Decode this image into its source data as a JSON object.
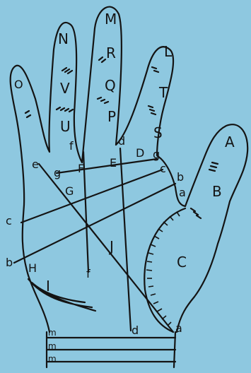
{
  "colors": {
    "background": "#8ec8e0",
    "ink": "#141414"
  },
  "finger_labels": {
    "thumb_top": "A",
    "thumb_mid": "B",
    "thumb_base": "C",
    "index_top": "L",
    "index_mid": "T",
    "index_low": "S",
    "middle_top": "M",
    "middle_mid": "R",
    "middle_q": "Q",
    "middle_p": "P",
    "ring_top": "N",
    "ring_mid": "V",
    "ring_low": "U",
    "little_top": "O"
  },
  "palm_labels": {
    "D": "D",
    "E": "E",
    "F": "F",
    "G": "G",
    "H": "H",
    "I": "I",
    "J": "J"
  },
  "line_markers": {
    "d_top": "d",
    "d_bottom": "d",
    "f_top": "f",
    "f_bottom": "f",
    "e_left": "e",
    "g_left": "g",
    "g_right": "g",
    "c_right": "c",
    "c_left": "c",
    "b_right": "b",
    "b_left": "b",
    "a_right": "a",
    "a_bottom": "a",
    "m1": "m",
    "m2": "m",
    "m3": "m"
  }
}
